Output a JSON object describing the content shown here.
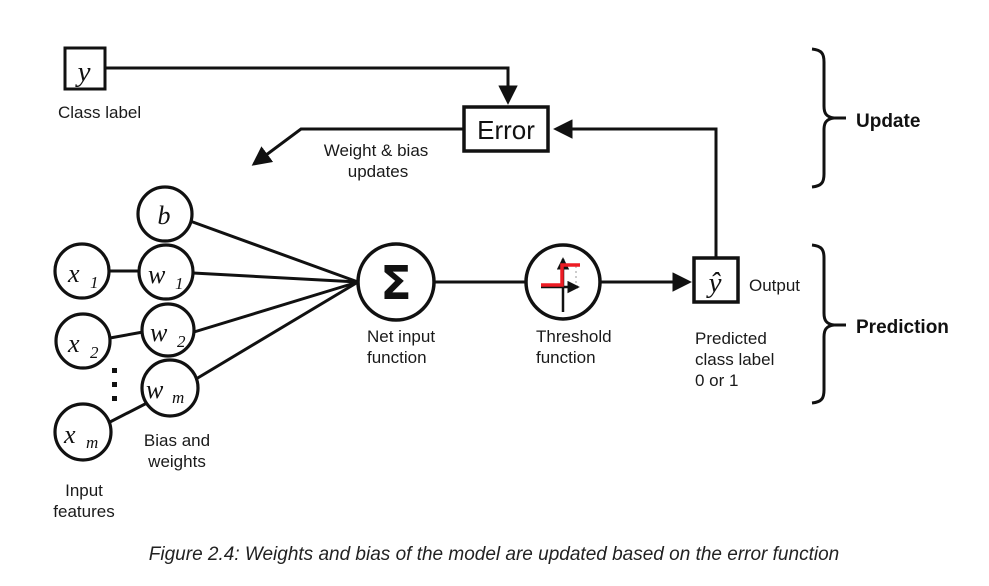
{
  "colors": {
    "ink": "#111111",
    "accent_red": "#ed1c24"
  },
  "diagram": {
    "class_label_node": {
      "symbol": "y",
      "caption": "Class label"
    },
    "error_node": {
      "label": "Error"
    },
    "feedback": {
      "line1": "Weight & bias",
      "line2": "updates"
    },
    "bias_node": {
      "symbol": "b"
    },
    "input_nodes": [
      {
        "base": "x",
        "sub": "1"
      },
      {
        "base": "x",
        "sub": "2"
      },
      {
        "base": "x",
        "sub": "m"
      }
    ],
    "weight_nodes": [
      {
        "base": "w",
        "sub": "1"
      },
      {
        "base": "w",
        "sub": "2"
      },
      {
        "base": "w",
        "sub": "m"
      }
    ],
    "input_features_label": {
      "line1": "Input",
      "line2": "features"
    },
    "bias_weights_label": {
      "line1": "Bias and",
      "line2": "weights"
    },
    "net_input_node": {
      "symbol": "Σ",
      "caption_line1": "Net input",
      "caption_line2": "function"
    },
    "threshold_node": {
      "caption_line1": "Threshold",
      "caption_line2": "function"
    },
    "output_node": {
      "symbol": "ŷ",
      "label": "Output",
      "caption_line1": "Predicted",
      "caption_line2": "class label",
      "caption_line3": "0 or 1"
    },
    "phase_brackets": {
      "update": "Update",
      "prediction": "Prediction"
    }
  },
  "caption": "Figure 2.4: Weights and bias of the model are updated based on the error function"
}
